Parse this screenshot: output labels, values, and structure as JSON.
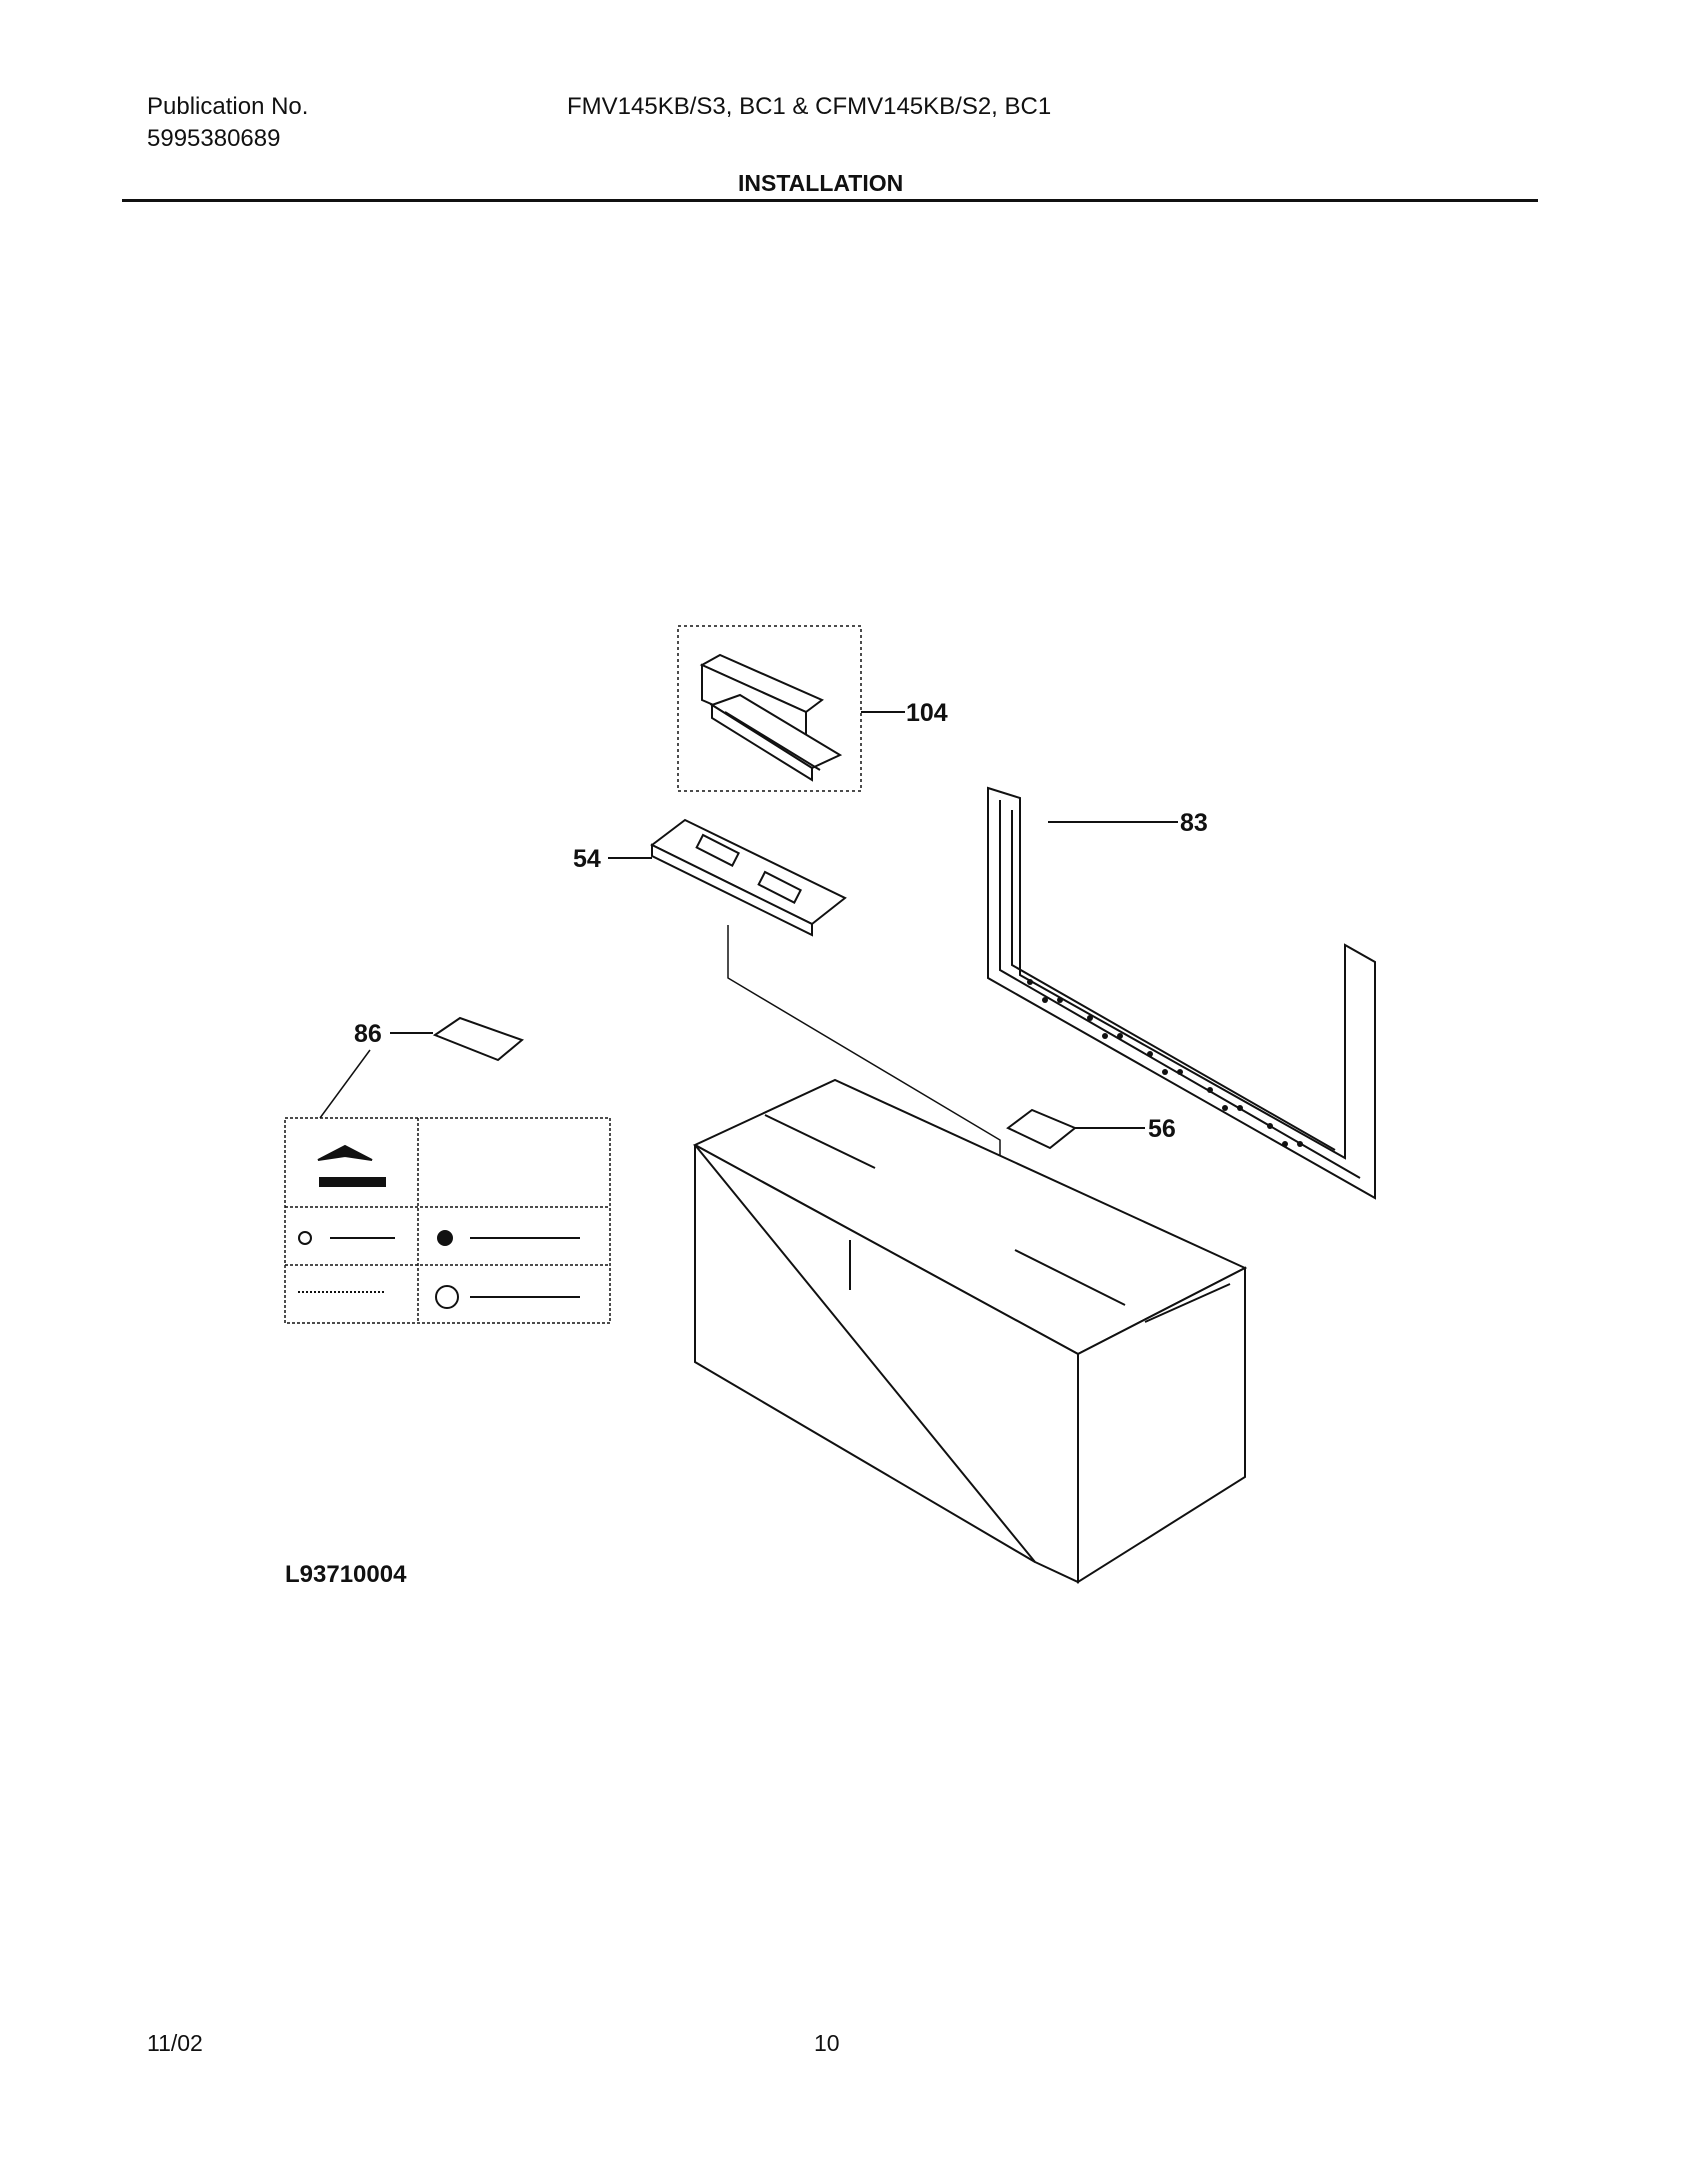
{
  "header": {
    "publication_label": "Publication No.",
    "publication_number": "5995380689",
    "models": "FMV145KB/S3, BC1 & CFMV145KB/S2, BC1",
    "section_title": "INSTALLATION"
  },
  "diagram": {
    "callouts": {
      "part_104": "104",
      "part_83": "83",
      "part_54": "54",
      "part_86": "86",
      "part_56": "56"
    },
    "drawing_code": "L93710004"
  },
  "footer": {
    "date": "11/02",
    "page": "10"
  }
}
